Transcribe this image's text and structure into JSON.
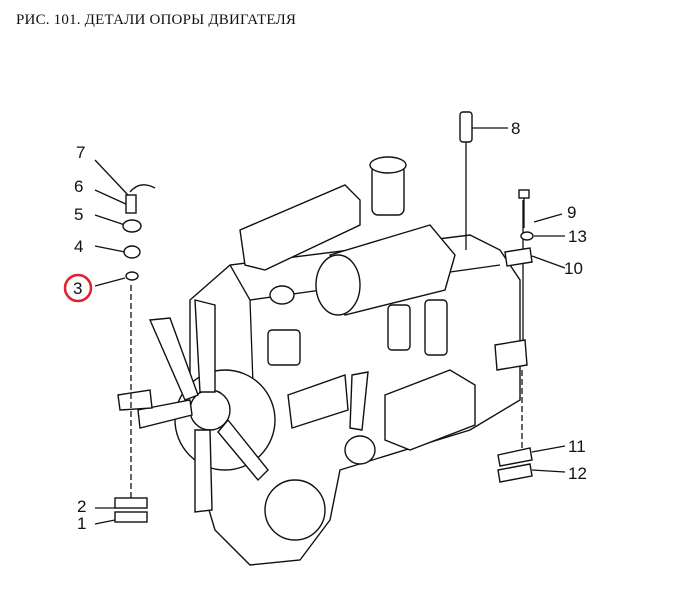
{
  "title": "РИС. 101. ДЕТАЛИ ОПОРЫ ДВИГАТЕЛЯ",
  "callouts": {
    "n1": "1",
    "n2": "2",
    "n3": "3",
    "n4": "4",
    "n5": "5",
    "n6": "6",
    "n7": "7",
    "n8": "8",
    "n9": "9",
    "n10": "10",
    "n11": "11",
    "n12": "12",
    "n13": "13"
  },
  "highlight": {
    "callout": "3",
    "color": "#e0202a"
  }
}
